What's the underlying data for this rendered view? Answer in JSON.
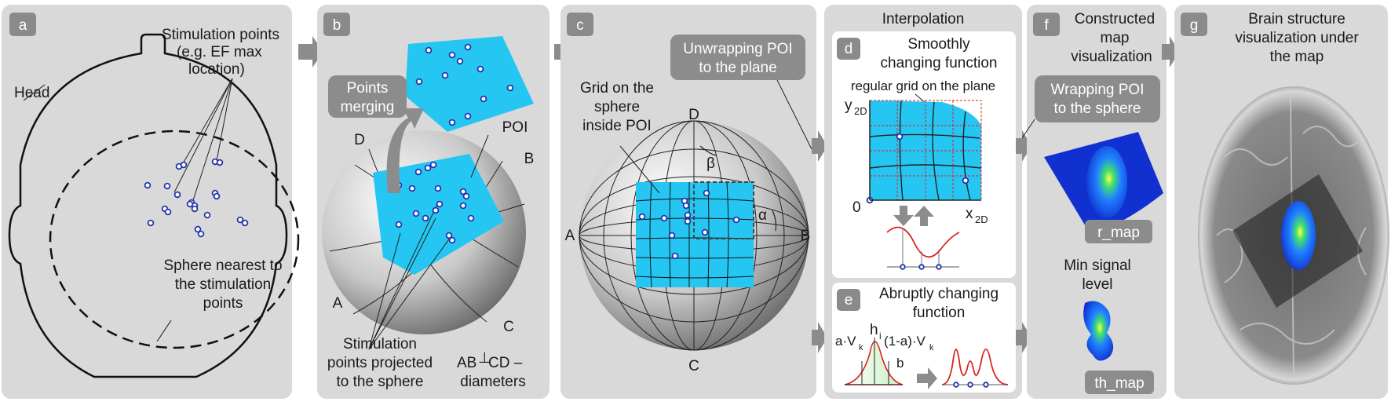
{
  "panels": {
    "a": {
      "tag": "a",
      "head": "Head",
      "stim_line1": "Stimulation points",
      "stim_line2": "(e.g. EF max",
      "stim_line3": "location)",
      "sphere_line1": "Sphere nearest to",
      "sphere_line2": "the stimulation",
      "sphere_line3": "points"
    },
    "b": {
      "tag": "b",
      "merge_line1": "Points",
      "merge_line2": "merging",
      "poi": "POI",
      "D": "D",
      "B": "B",
      "A": "A",
      "C": "C",
      "proj_line1": "Stimulation",
      "proj_line2": "points projected",
      "proj_line3": "to the sphere",
      "diam_line1": "AB",
      "diam_perp": "⊥",
      "diam_line1b": "CD –",
      "diam_line2": "diameters"
    },
    "c": {
      "tag": "c",
      "grid_line1": "Grid on the",
      "grid_line2": "sphere",
      "grid_line3": "inside POI",
      "unwrap_line1": "Unwrapping POI",
      "unwrap_line2": "to the plane",
      "D": "D",
      "A": "A",
      "B": "B",
      "C": "C",
      "beta": "β",
      "alpha": "α"
    },
    "interp": {
      "title": "Interpolation"
    },
    "d": {
      "tag": "d",
      "title_line1": "Smoothly",
      "title_line2": "changing function",
      "grid_label": "regular grid on the plane",
      "y": "y",
      "ysub": "2D",
      "x": "x",
      "xsub": "2D",
      "zero": "0"
    },
    "e": {
      "tag": "e",
      "title_line1": "Abruptly changing",
      "title_line2": "function",
      "h": "h",
      "hsub": "i",
      "av": "a·V",
      "avsub": "k",
      "bv": "(1-a)·V",
      "bvsub": "k",
      "b": "b"
    },
    "f": {
      "tag": "f",
      "title_line1": "Constructed",
      "title_line2": "map",
      "title_line3": "visualization",
      "wrap_line1": "Wrapping POI",
      "wrap_line2": "to the sphere",
      "rmap": "r_map",
      "min_line1": "Min signal",
      "min_line2": "level",
      "thmap": "th_map"
    },
    "g": {
      "tag": "g",
      "title_line1": "Brain structure",
      "title_line2": "visualization under",
      "title_line3": "the map"
    }
  },
  "colors": {
    "panel_bg": "#d9d9d9",
    "tag_bg": "#8a8a8a",
    "poi_blue": "#26c6f3",
    "point_stroke": "#2233aa",
    "map_blue": "#1030d0",
    "curve_red": "#dd2222"
  }
}
